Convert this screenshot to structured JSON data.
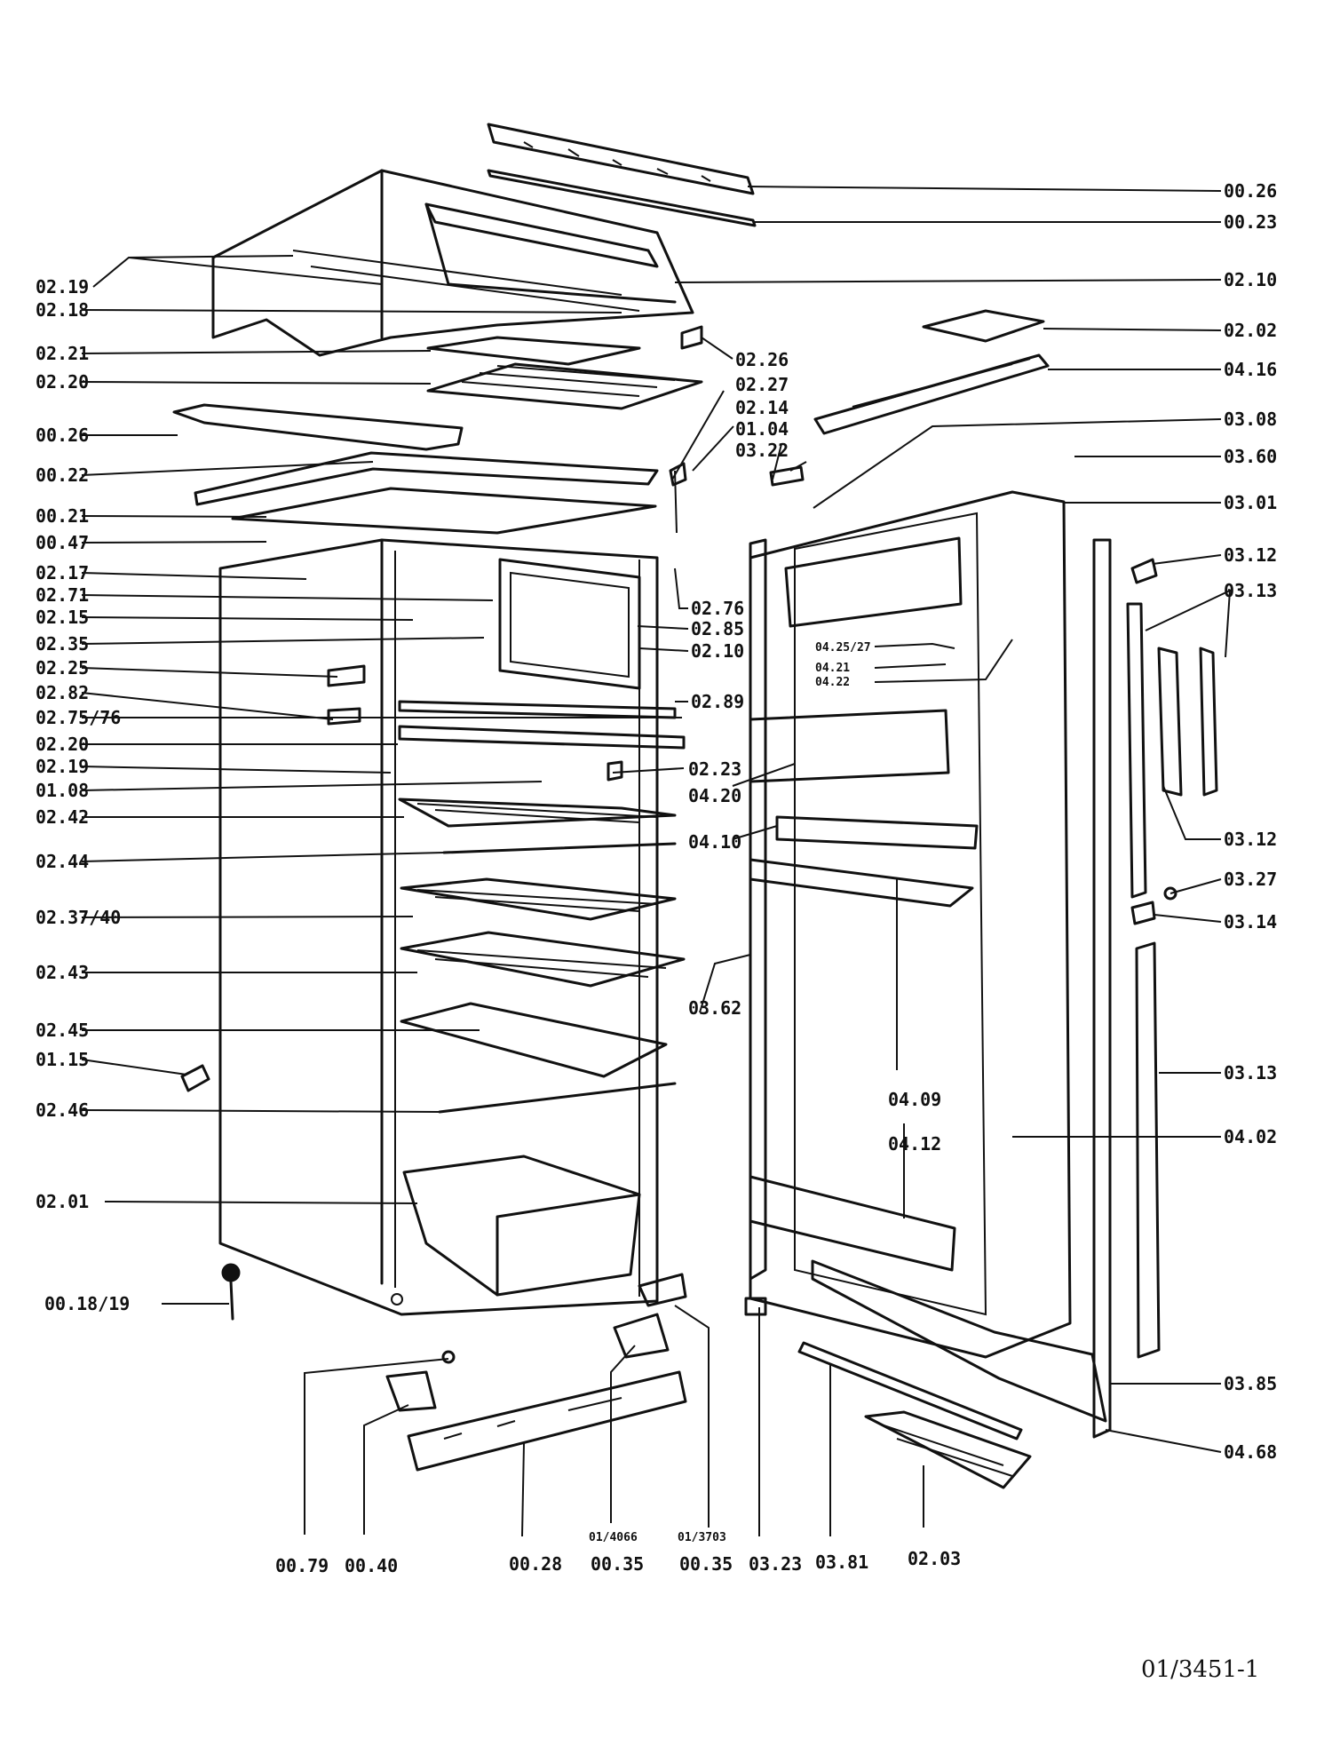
{
  "drawing_ref": "01/3451-1",
  "labels": {
    "l_0026a": "00.26",
    "l_0023": "00.23",
    "l_0210a": "02.10",
    "l_0202": "02.02",
    "l_0416": "04.16",
    "l_0308": "03.08",
    "l_0360": "03.60",
    "l_0301": "03.01",
    "l_0312a": "03.12",
    "l_0313a": "03.13",
    "l_0312b": "03.12",
    "l_0327": "03.27",
    "l_0314": "03.14",
    "l_0313b": "03.13",
    "l_0402": "04.02",
    "l_0385": "03.85",
    "l_0468": "04.68",
    "l_0219a": "02.19",
    "l_0218": "02.18",
    "l_0221": "02.21",
    "l_0220a": "02.20",
    "l_0026b": "00.26",
    "l_0022": "00.22",
    "l_0021": "00.21",
    "l_0047": "00.47",
    "l_0217": "02.17",
    "l_0271": "02.71",
    "l_0215": "02.15",
    "l_0235": "02.35",
    "l_0225": "02.25",
    "l_0282": "02.82",
    "l_027576": "02.75/76",
    "l_0220b": "02.20",
    "l_0219b": "02.19",
    "l_0108": "01.08",
    "l_0242": "02.42",
    "l_0244": "02.44",
    "l_023740": "02.37/40",
    "l_0243": "02.43",
    "l_0245": "02.45",
    "l_0115": "01.15",
    "l_0246": "02.46",
    "l_0201": "02.01",
    "l_001819": "00.18/19",
    "l_0226": "02.26",
    "l_0227": "02.27",
    "l_0214": "02.14",
    "l_0104": "01.04",
    "l_0322": "03.22",
    "l_0276": "02.76",
    "l_0285": "02.85",
    "l_0210b": "02.10",
    "l_0289": "02.89",
    "l_0223": "02.23",
    "l_0420": "04.20",
    "l_0410": "04.10",
    "l_0362": "03.62",
    "l_042527": "04.25/27",
    "l_0421": "04.21",
    "l_0422": "04.22",
    "l_0409": "04.09",
    "l_0412": "04.12",
    "l_0079": "00.79",
    "l_0040": "00.40",
    "l_0028": "00.28",
    "l_014066": "01/4066",
    "l_0035a": "00.35",
    "l_013703": "01/3703",
    "l_0035b": "00.35",
    "l_0323": "03.23",
    "l_0381": "03.81",
    "l_0203": "02.03"
  }
}
